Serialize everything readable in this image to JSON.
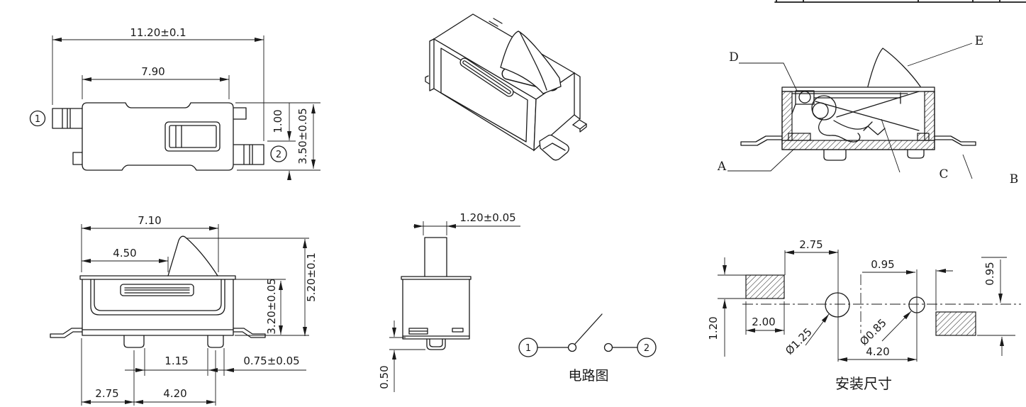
{
  "top_view": {
    "dim_overall_width": "11.20±0.1",
    "dim_body_width": "7.90",
    "dim_terminal_offset": "1.00",
    "dim_body_height": "3.50±0.05",
    "pin1": "1",
    "pin2": "2"
  },
  "section_view": {
    "label_a": "A",
    "label_b": "B",
    "label_c": "C",
    "label_d": "D",
    "label_e": "E"
  },
  "front_view": {
    "dim_top_width": "7.10",
    "dim_lever_offset": "4.50",
    "dim_body_height": "3.20±0.05",
    "dim_total_height": "5.20±0.1",
    "dim_foot_gap": "1.15",
    "dim_lead_length": "0.75±0.05",
    "dim_left_foot": "2.75",
    "dim_foot_pitch": "4.20"
  },
  "side_view": {
    "dim_stem_width": "1.20±0.05",
    "dim_standoff": "0.50"
  },
  "circuit_diagram": {
    "pin1": "1",
    "pin2": "2",
    "caption": "电路图"
  },
  "mounting_view": {
    "dim_pad_to_hole": "2.75",
    "dim_hole_to_pad": "0.95",
    "dim_pad_offset": "0.95",
    "dim_pad_height": "1.20",
    "dim_pad_width": "2.00",
    "dim_hole_large": "Ø1.25",
    "dim_hole_small": "Ø0.85",
    "dim_hole_pitch": "4.20",
    "caption": "安装尺寸"
  }
}
